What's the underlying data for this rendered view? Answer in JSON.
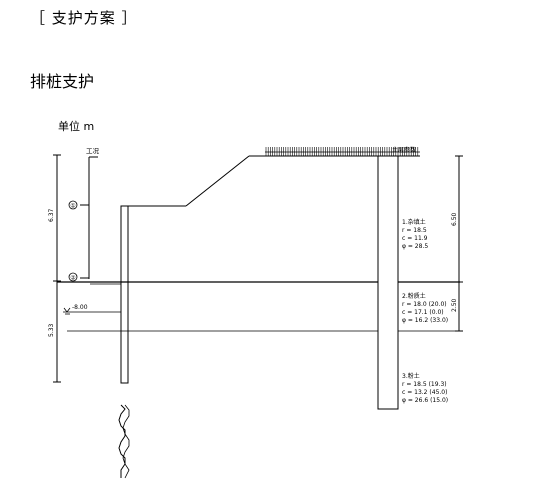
{
  "header": {
    "title": "［ 支护方案 ］"
  },
  "section": {
    "title": "排桩支护"
  },
  "diagram": {
    "unit_label": "单位  m",
    "markers": {
      "work_condition": "工况",
      "surface_load": "土层参数"
    },
    "circles": [
      "①",
      "②"
    ],
    "dims": {
      "top_left": "6.37",
      "bottom_left": "5.33",
      "right_top": "6.50",
      "right_mid": "2.50"
    },
    "level_text": "-8.00",
    "layers": [
      {
        "name": "1.杂填土",
        "r": "r  =  18.5",
        "c": "c  =  11.9",
        "phi": "φ  =  28.5"
      },
      {
        "name": "2.粉质土",
        "r": "r  =  18.0  (20.0)",
        "c": "c  =  17.1  (0.0)",
        "phi": "φ  =  16.2  (33.0)"
      },
      {
        "name": "3.粉土",
        "r": "r  =  18.5  (19.3)",
        "c": "c  =  13.2  (45.0)",
        "phi": "φ  =  26.6  (15.0)"
      }
    ]
  }
}
